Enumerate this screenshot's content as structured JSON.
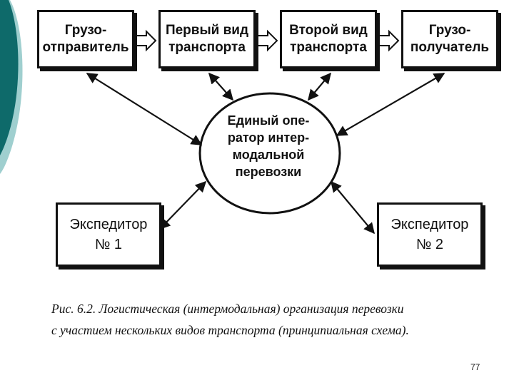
{
  "boxes": {
    "shipper": [
      "Грузо-",
      "отправитель"
    ],
    "first_transport": [
      "Первый вид",
      "транспорта"
    ],
    "second_transport": [
      "Второй вид",
      "транспорта"
    ],
    "consignee": [
      "Грузо-",
      "получатель"
    ],
    "forwarder_1": [
      "Экспедитор",
      "№ 1"
    ],
    "forwarder_2": [
      "Экспедитор",
      "№ 2"
    ]
  },
  "center": [
    "Единый опе-",
    "ратор интер-",
    "модальной",
    "перевозки"
  ],
  "caption": [
    "Рис. 6.2. Логистическая (интермодальная) организация перевозки",
    "с участием нескольких видов транспорта (принципиальная схема)."
  ],
  "page_number": "77",
  "colors": {
    "accent_teal": "#0e6a6a",
    "accent_light": "#9fcfcf",
    "ink": "#111111"
  }
}
